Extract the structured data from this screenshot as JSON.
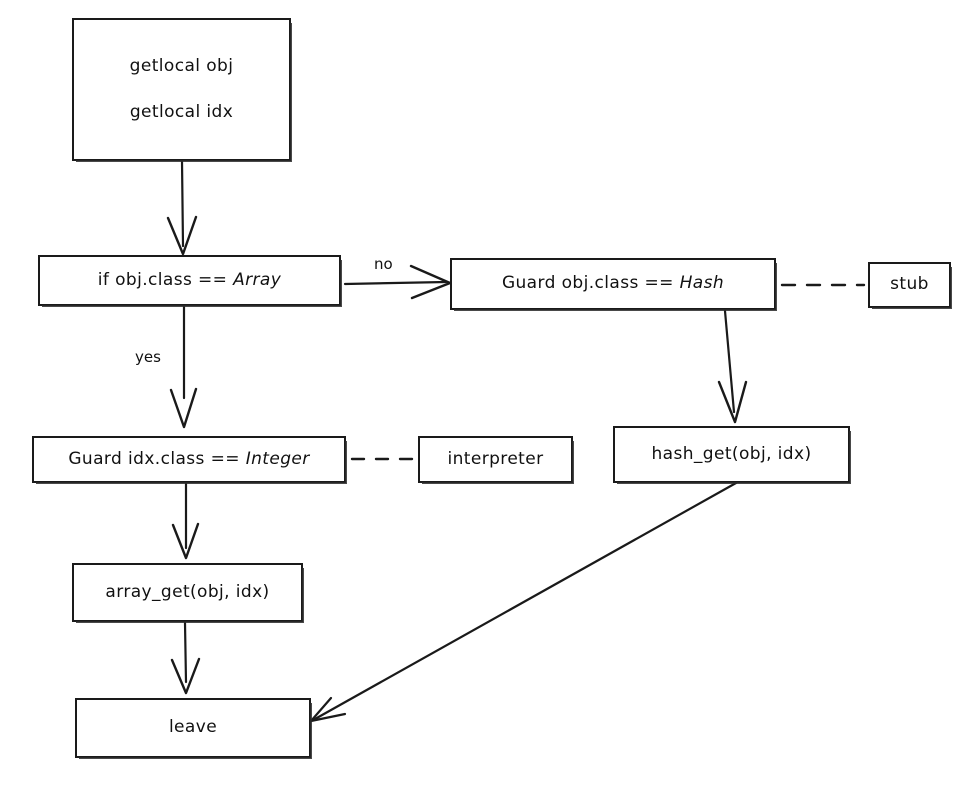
{
  "diagram": {
    "title": "Ruby JIT array/hash index dispatch flowchart",
    "background_color": "#ffffff",
    "stroke_color": "#1a1a1a",
    "style": "hand-drawn sketch"
  },
  "nodes": {
    "getlocal": {
      "line1": "getlocal obj",
      "line2": "getlocal idx"
    },
    "if_array": {
      "prefix": "if obj.class == ",
      "klass": "Array"
    },
    "guard_hash": {
      "prefix": "Guard obj.class == ",
      "klass": "Hash"
    },
    "stub": {
      "label": "stub"
    },
    "guard_integer": {
      "prefix": "Guard idx.class == ",
      "klass": "Integer"
    },
    "interpreter": {
      "label": "interpreter"
    },
    "hash_get": {
      "label": "hash_get(obj, idx)"
    },
    "array_get": {
      "label": "array_get(obj, idx)"
    },
    "leave": {
      "label": "leave"
    }
  },
  "edge_labels": {
    "yes": "yes",
    "no": "no"
  },
  "edges": [
    {
      "from": "getlocal",
      "to": "if_array",
      "style": "solid",
      "label": ""
    },
    {
      "from": "if_array",
      "to": "guard_integer",
      "style": "solid",
      "label": "yes"
    },
    {
      "from": "if_array",
      "to": "guard_hash",
      "style": "solid",
      "label": "no"
    },
    {
      "from": "guard_hash",
      "to": "stub",
      "style": "dashed",
      "label": ""
    },
    {
      "from": "guard_hash",
      "to": "hash_get",
      "style": "solid",
      "label": ""
    },
    {
      "from": "guard_integer",
      "to": "interpreter",
      "style": "dashed",
      "label": ""
    },
    {
      "from": "guard_integer",
      "to": "array_get",
      "style": "solid",
      "label": ""
    },
    {
      "from": "array_get",
      "to": "leave",
      "style": "solid",
      "label": ""
    },
    {
      "from": "hash_get",
      "to": "leave",
      "style": "solid",
      "label": ""
    }
  ]
}
